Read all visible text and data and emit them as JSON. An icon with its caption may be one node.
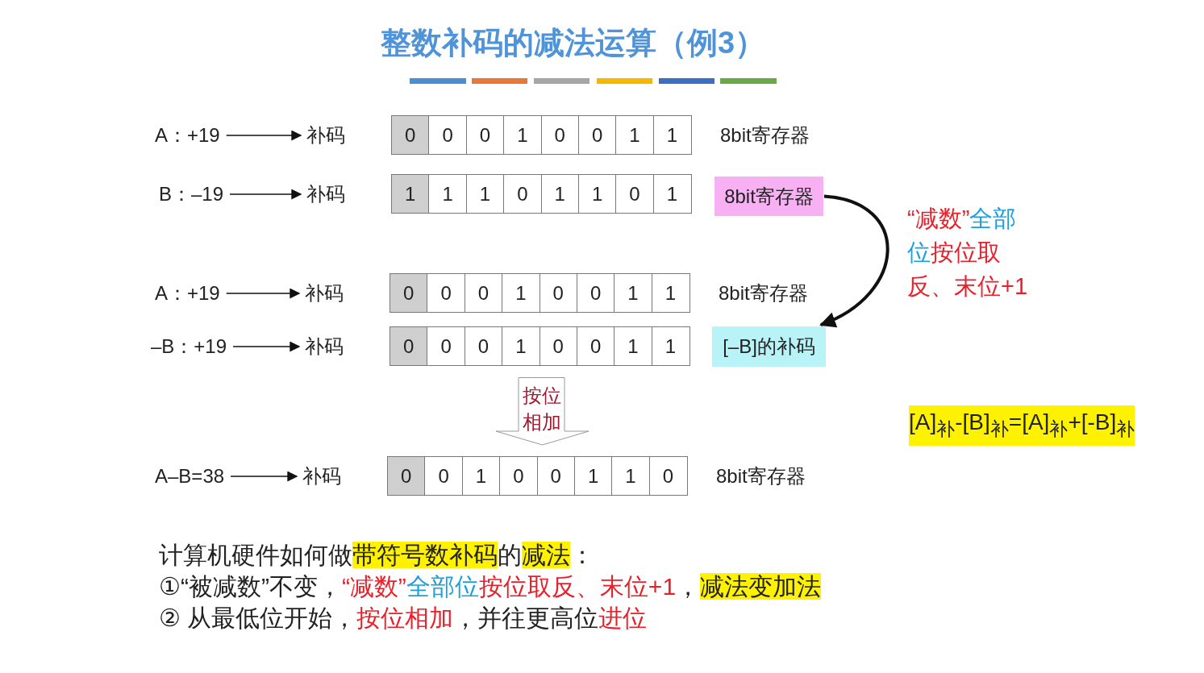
{
  "diagram": {
    "title": "整数补码的减法运算（例3）",
    "nodes": [
      {
        "text": [
          "A：+19"
        ]
      },
      {
        "text": [
          "补码"
        ]
      },
      {
        "text": [],
        "shape": "box",
        "beside": [
          "8bit寄存器"
        ]
      },
      {
        "text": [
          "0"
        ],
        "in": 2
      },
      {
        "text": [
          "0"
        ],
        "in": 2
      },
      {
        "text": [
          "0"
        ],
        "in": 2
      },
      {
        "text": [
          "1"
        ],
        "in": 2
      },
      {
        "text": [
          "0"
        ],
        "in": 2
      },
      {
        "text": [
          "0"
        ],
        "in": 2
      },
      {
        "text": [
          "1"
        ],
        "in": 2
      },
      {
        "text": [
          "1"
        ],
        "in": 2
      },
      {
        "text": [
          "B：–19"
        ]
      },
      {
        "text": [
          "补码"
        ]
      },
      {
        "text": [],
        "shape": "box"
      },
      {
        "text": [
          "1"
        ],
        "in": 13
      },
      {
        "text": [
          "1"
        ],
        "in": 13
      },
      {
        "text": [
          "1"
        ],
        "in": 13
      },
      {
        "text": [
          "0"
        ],
        "in": 13
      },
      {
        "text": [
          "1"
        ],
        "in": 13
      },
      {
        "text": [
          "1"
        ],
        "in": 13
      },
      {
        "text": [
          "0"
        ],
        "in": 13
      },
      {
        "text": [
          "1"
        ],
        "in": 13
      },
      {
        "text": [
          "8bit寄存器"
        ]
      },
      {
        "text": [
          "A：+19"
        ]
      },
      {
        "text": [
          "补码"
        ]
      },
      {
        "text": [],
        "shape": "box",
        "beside": [
          "8bit寄存器"
        ]
      },
      {
        "text": [
          "0"
        ],
        "in": 25
      },
      {
        "text": [
          "0"
        ],
        "in": 25
      },
      {
        "text": [
          "0"
        ],
        "in": 25
      },
      {
        "text": [
          "1"
        ],
        "in": 25
      },
      {
        "text": [
          "0"
        ],
        "in": 25
      },
      {
        "text": [
          "0"
        ],
        "in": 25
      },
      {
        "text": [
          "1"
        ],
        "in": 25
      },
      {
        "text": [
          "1"
        ],
        "in": 25
      },
      {
        "text": [
          "–B：+19"
        ]
      },
      {
        "text": [
          "补码"
        ]
      },
      {
        "text": [],
        "shape": "box"
      },
      {
        "text": [
          "0"
        ],
        "in": 36
      },
      {
        "text": [
          "0"
        ],
        "in": 36
      },
      {
        "text": [
          "0"
        ],
        "in": 36
      },
      {
        "text": [
          "1"
        ],
        "in": 36
      },
      {
        "text": [
          "0"
        ],
        "in": 36
      },
      {
        "text": [
          "0"
        ],
        "in": 36
      },
      {
        "text": [
          "1"
        ],
        "in": 36
      },
      {
        "text": [
          "1"
        ],
        "in": 36
      },
      {
        "text": [
          "[–B]的补码"
        ]
      },
      {
        "text": [
          "按位相加"
        ]
      },
      {
        "text": [
          "A–B=38"
        ]
      },
      {
        "text": [
          "补码"
        ]
      },
      {
        "text": [],
        "shape": "box",
        "beside": [
          "8bit寄存器"
        ]
      },
      {
        "text": [
          "0"
        ],
        "in": 49
      },
      {
        "text": [
          "0"
        ],
        "in": 49
      },
      {
        "text": [
          "1"
        ],
        "in": 49
      },
      {
        "text": [
          "0"
        ],
        "in": 49
      },
      {
        "text": [
          "0"
        ],
        "in": 49
      },
      {
        "text": [
          "1"
        ],
        "in": 49
      },
      {
        "text": [
          "1"
        ],
        "in": 49
      },
      {
        "text": [
          "0"
        ],
        "in": 49
      }
    ],
    "edges": [
      {
        "from": 0,
        "to": 1,
        "arrow": "to"
      },
      {
        "from": 11,
        "to": 12,
        "arrow": "to"
      },
      {
        "from": 23,
        "to": 24,
        "arrow": "to"
      },
      {
        "from": 34,
        "to": 35,
        "arrow": "to"
      },
      {
        "from": 47,
        "to": 48,
        "arrow": "to"
      },
      {
        "from": 22,
        "to": 45,
        "arrow": "to",
        "style": "thick"
      }
    ],
    "labels": [
      "“减数”",
      "全部位",
      "按位取反、末位+1",
      "[A]$_{补}$-[B]$_{补}$=[A]$_{补}$+[-B]$_{补}$",
      "计算机硬件如何做",
      "带符号数补码",
      "的",
      "减法",
      "：",
      "①“被减数”不变，",
      "“减数”",
      "全部位",
      "按位取反、末位+1",
      "，",
      "减法变加法",
      "② 从最低位开始，",
      "按位相加",
      "，并往更高位",
      "进位"
    ]
  }
}
